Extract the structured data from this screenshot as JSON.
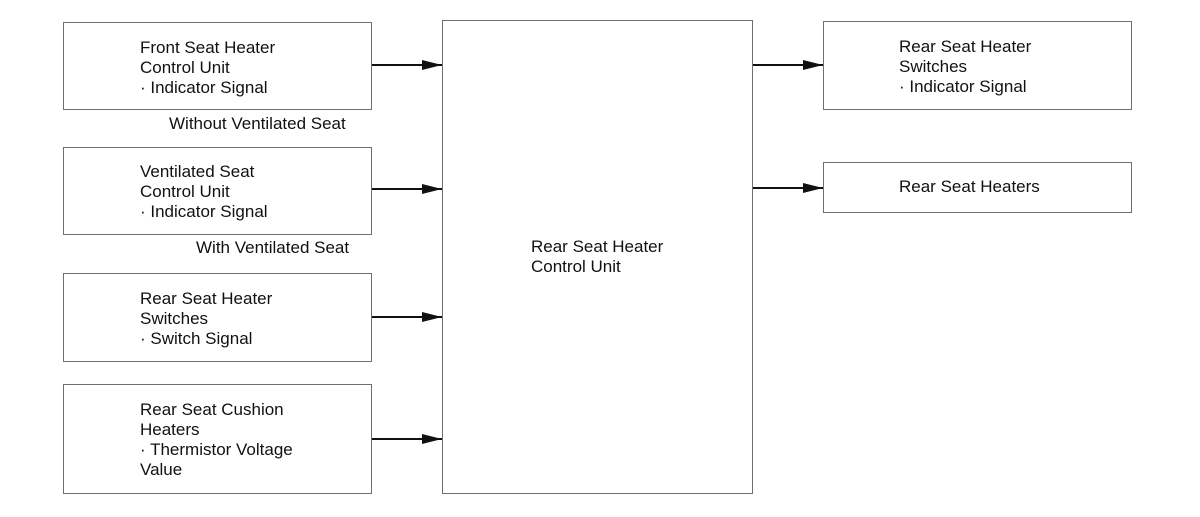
{
  "inputs": [
    {
      "lines": [
        "Front Seat Heater",
        "Control Unit",
        "· Indicator Signal"
      ]
    },
    {
      "lines": [
        "Ventilated Seat",
        "Control Unit",
        "· Indicator Signal"
      ]
    },
    {
      "lines": [
        "Rear Seat Heater",
        "Switches",
        "· Switch Signal"
      ]
    },
    {
      "lines": [
        "Rear Seat Cushion",
        "Heaters",
        "· Thermistor Voltage",
        "Value"
      ]
    }
  ],
  "captions": {
    "without_ventilated": "Without Ventilated Seat",
    "with_ventilated": "With Ventilated Seat"
  },
  "center": {
    "lines": [
      "Rear Seat Heater",
      "Control Unit"
    ]
  },
  "outputs": [
    {
      "lines": [
        "Rear Seat Heater",
        "Switches",
        "· Indicator Signal"
      ]
    },
    {
      "lines": [
        "Rear Seat Heaters"
      ]
    }
  ]
}
